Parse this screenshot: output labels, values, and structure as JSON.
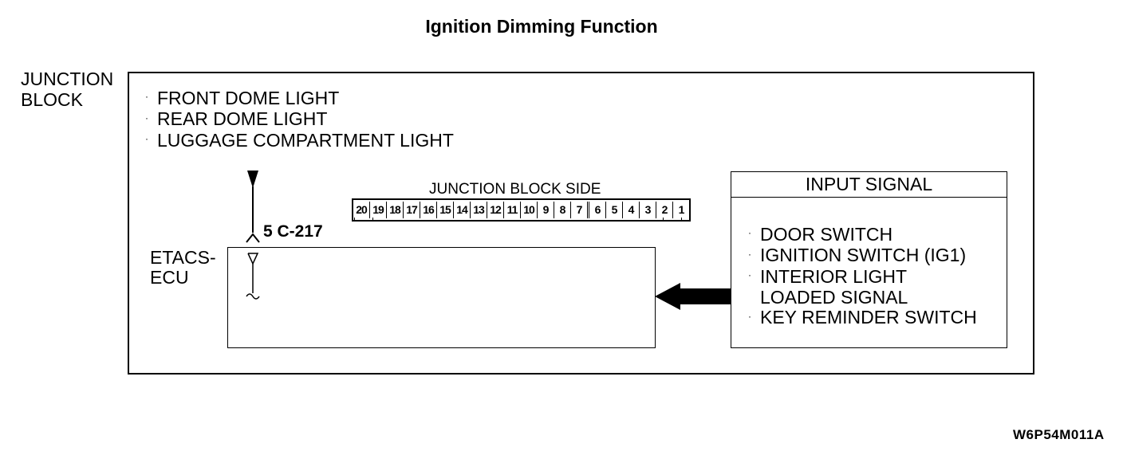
{
  "title": "Ignition Dimming Function",
  "junction_block": {
    "label_line1": "JUNCTION",
    "label_line2": "BLOCK"
  },
  "lights": [
    "FRONT DOME LIGHT",
    "REAR DOME LIGHT",
    "LUGGAGE COMPARTMENT LIGHT"
  ],
  "connector": {
    "side_label": "JUNCTION BLOCK SIDE",
    "pins": [
      "20",
      "19",
      "18",
      "17",
      "16",
      "15",
      "14",
      "13",
      "12",
      "11",
      "10",
      "9",
      "8",
      "7",
      "6",
      "5",
      "4",
      "3",
      "2",
      "1"
    ],
    "pin_label": "5 C-217"
  },
  "ecu": {
    "label_line1": "ETACS-",
    "label_line2": "ECU"
  },
  "input_signal": {
    "header": "INPUT SIGNAL",
    "items": [
      "DOOR SWITCH",
      "IGNITION SWITCH (IG1)",
      "INTERIOR LIGHT",
      "LOADED SIGNAL",
      "KEY REMINDER SWITCH"
    ]
  },
  "reference_code": "W6P54M011A",
  "colors": {
    "line": "#000000",
    "background": "#ffffff"
  }
}
